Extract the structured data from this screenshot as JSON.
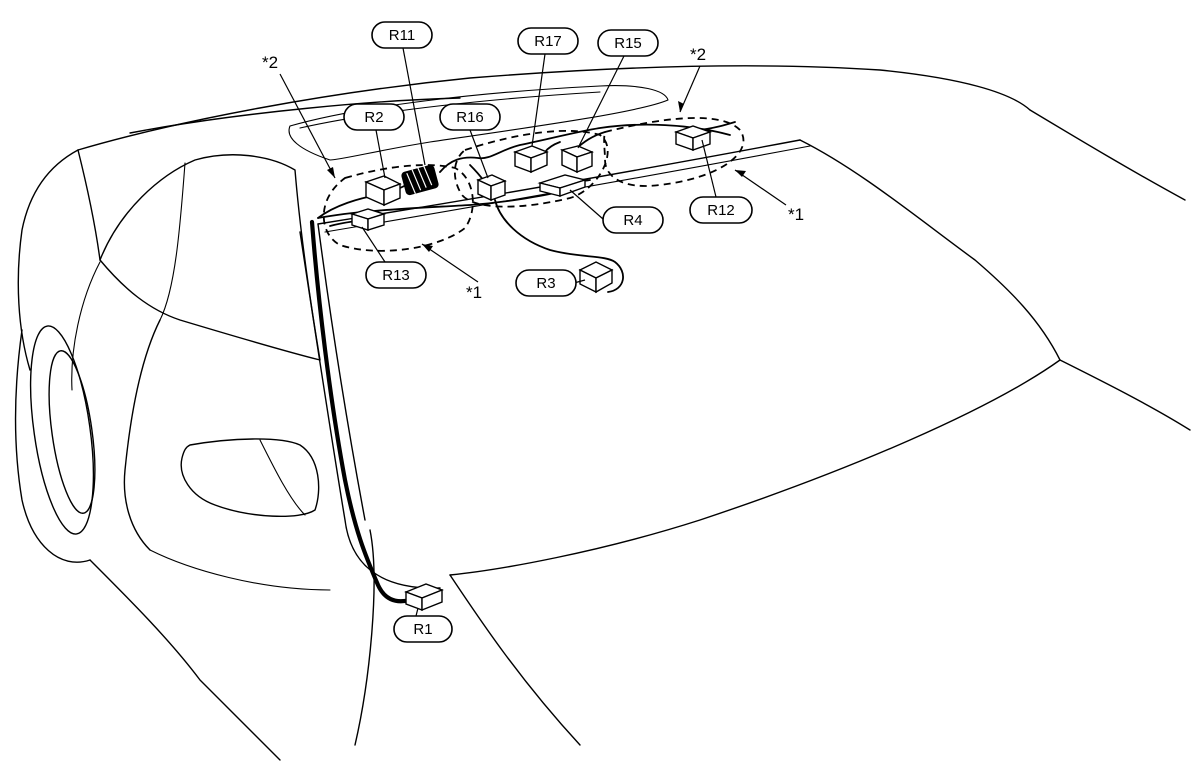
{
  "labels": {
    "R11": "R11",
    "R17": "R17",
    "R15": "R15",
    "R2": "R2",
    "R16": "R16",
    "R4": "R4",
    "R12": "R12",
    "R13": "R13",
    "R3": "R3",
    "R1": "R1"
  },
  "notes": {
    "star2_left": "*2",
    "star2_right": "*2",
    "star1_left": "*1",
    "star1_right": "*1"
  }
}
